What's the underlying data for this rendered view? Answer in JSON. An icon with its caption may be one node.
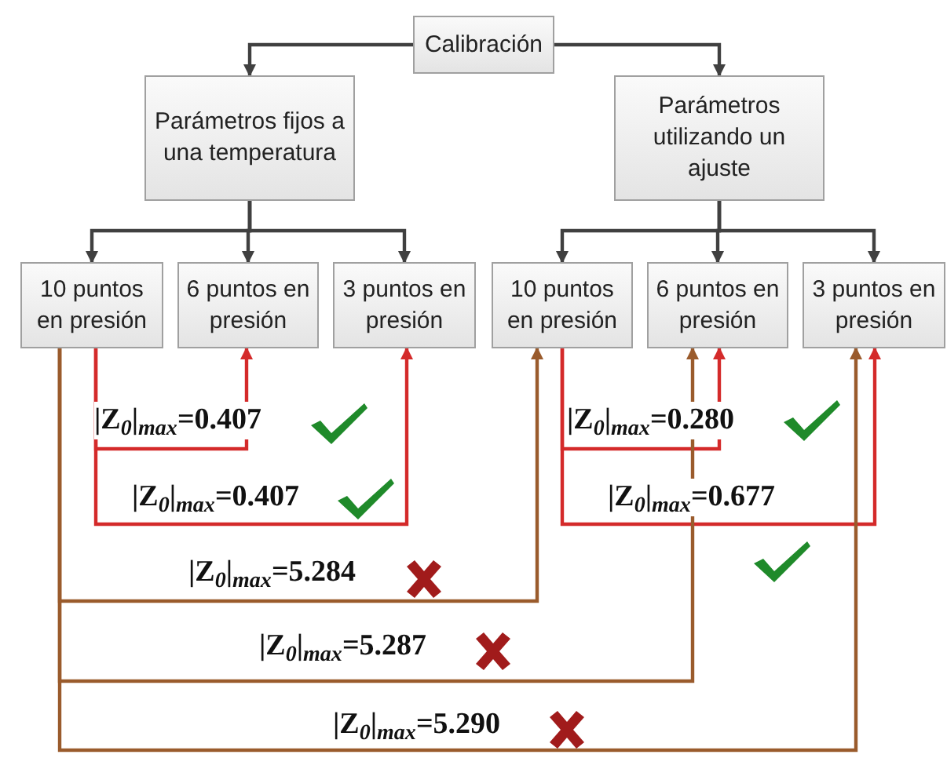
{
  "diagram": {
    "nodes": [
      {
        "text": [
          "Calibración"
        ]
      },
      {
        "text": [
          "Parámetros fijos a una temperatura"
        ]
      },
      {
        "text": [
          "Parámetros utilizando un ajuste"
        ]
      },
      {
        "text": [
          "10 puntos en presión"
        ]
      },
      {
        "text": [
          "6 puntos en presión"
        ]
      },
      {
        "text": [
          "3 puntos en presión"
        ]
      },
      {
        "text": [
          "10 puntos en presión"
        ]
      },
      {
        "text": [
          "6 puntos en presión"
        ]
      },
      {
        "text": [
          "3 puntos en presión"
        ]
      }
    ],
    "edges": [
      {
        "from": 0,
        "to": 1,
        "arrow": "to"
      },
      {
        "from": 0,
        "to": 2,
        "arrow": "to"
      },
      {
        "from": 1,
        "to": 3,
        "arrow": "to"
      },
      {
        "from": 1,
        "to": 4,
        "arrow": "to"
      },
      {
        "from": 1,
        "to": 5,
        "arrow": "to"
      },
      {
        "from": 2,
        "to": 6,
        "arrow": "to"
      },
      {
        "from": 2,
        "to": 7,
        "arrow": "to"
      },
      {
        "from": 2,
        "to": 8,
        "arrow": "to"
      },
      {
        "from": 3,
        "to": 4,
        "arrow": "to",
        "label": "|Z$_{0}$|$_{max}$=0.407",
        "color": "#d42a2a"
      },
      {
        "from": 3,
        "to": 5,
        "arrow": "to",
        "label": "|Z$_{0}$|$_{max}$=0.407",
        "color": "#d42a2a"
      },
      {
        "from": 6,
        "to": 7,
        "arrow": "to",
        "label": "|Z$_{0}$|$_{max}$=0.280",
        "color": "#d42a2a"
      },
      {
        "from": 6,
        "to": 8,
        "arrow": "to",
        "label": "|Z$_{0}$|$_{max}$=0.677",
        "color": "#d42a2a"
      },
      {
        "from": 3,
        "to": 6,
        "arrow": "to",
        "label": "|Z$_{0}$|$_{max}$=5.284",
        "color": "#9a5b2c"
      },
      {
        "from": 3,
        "to": 7,
        "arrow": "to",
        "label": "|Z$_{0}$|$_{max}$=5.287",
        "color": "#9a5b2c"
      },
      {
        "from": 3,
        "to": 8,
        "arrow": "to",
        "label": "|Z$_{0}$|$_{max}$=5.290",
        "color": "#9a5b2c"
      }
    ]
  }
}
